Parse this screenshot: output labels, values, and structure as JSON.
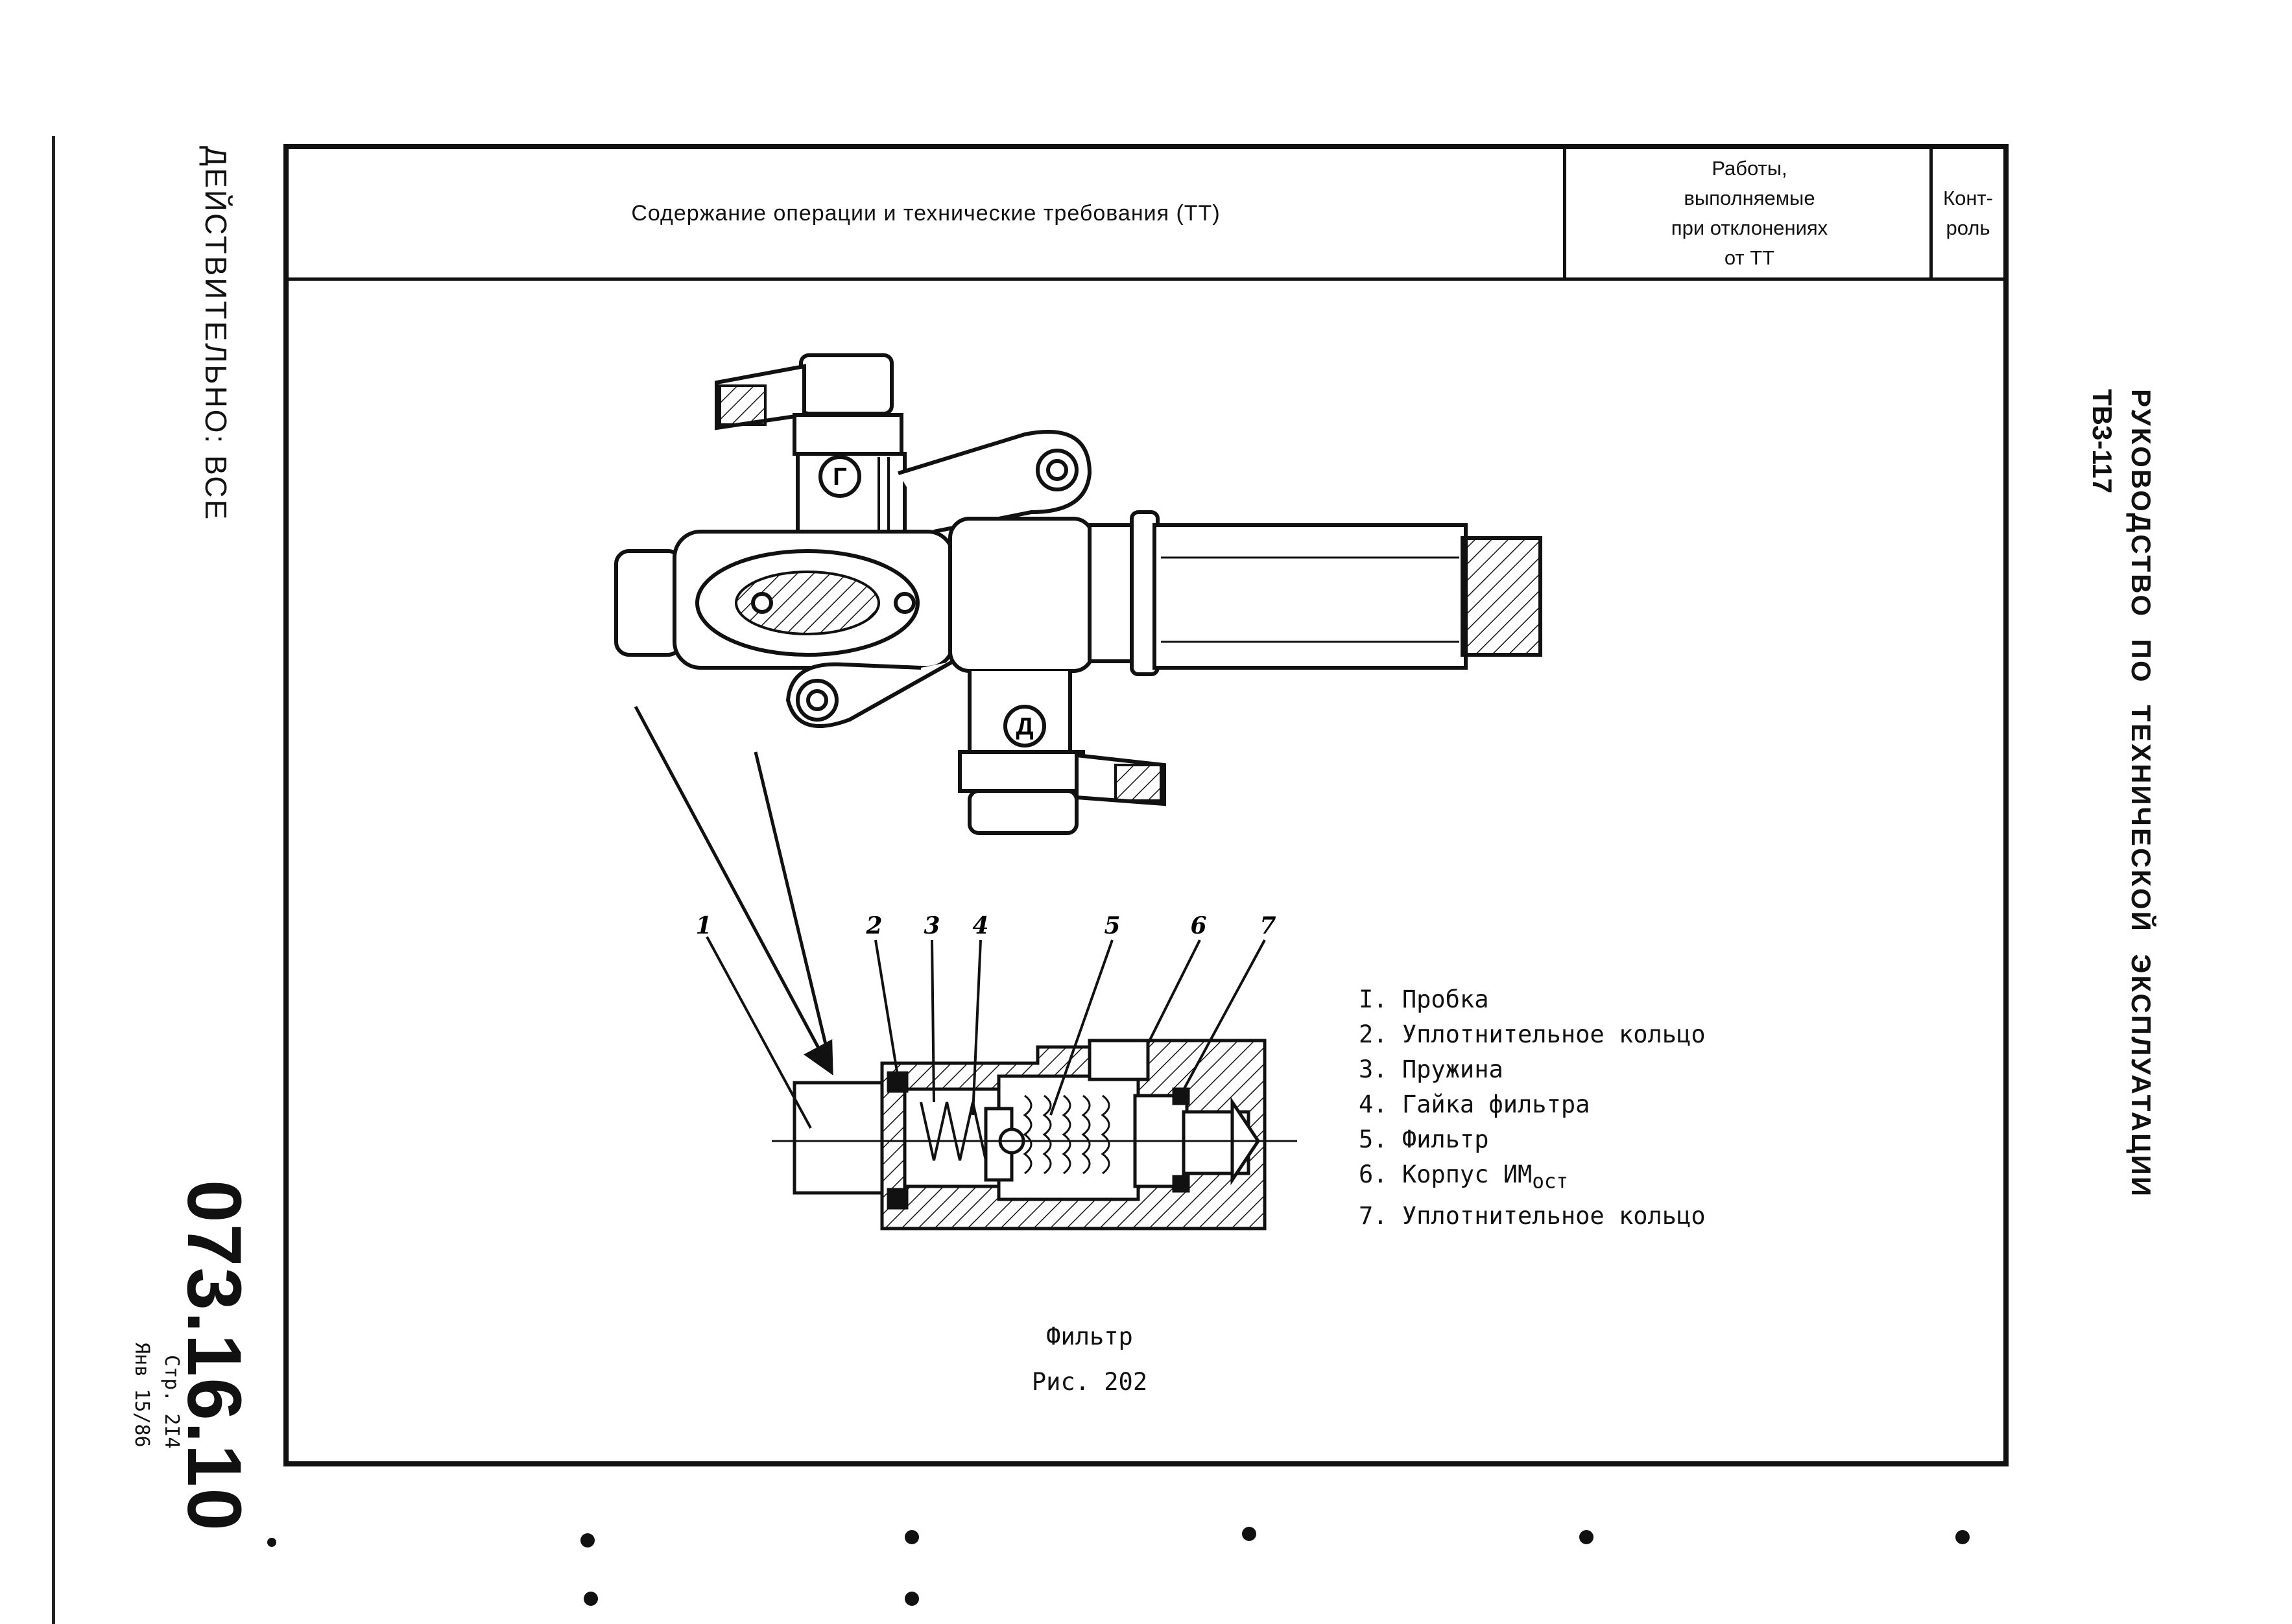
{
  "header": {
    "content_column": "Содержание операции и технические требования (ТТ)",
    "deviations_column": "Работы,\nвыполняемые\nпри отклонениях\nот ТТ",
    "control_column": "Конт-\nроль"
  },
  "margin": {
    "validity": "ДЕЙСТВИТЕЛЬНО: ВСЕ",
    "manual_code": "ТВ3-117",
    "manual_title": "РУКОВОДСТВО ПО ТЕХНИЧЕСКОЙ ЭКСПЛУАТАЦИИ",
    "document_number": "073.16.10",
    "page": "Стр. 2I4",
    "date": "Янв 15/86"
  },
  "figure": {
    "port_labels": [
      "Г",
      "Д"
    ],
    "callouts": [
      "1",
      "2",
      "3",
      "4",
      "5",
      "6",
      "7"
    ],
    "legend": [
      "I. Пробка",
      "2. Уплотнительное кольцо",
      "3. Пружина",
      "4. Гайка фильтра",
      "5. Фильтр",
      "6. Корпус ИМ",
      "7. Уплотнительное кольцо"
    ],
    "legend_subscript": "ост",
    "title": "Фильтр",
    "number": "Рис. 202"
  }
}
